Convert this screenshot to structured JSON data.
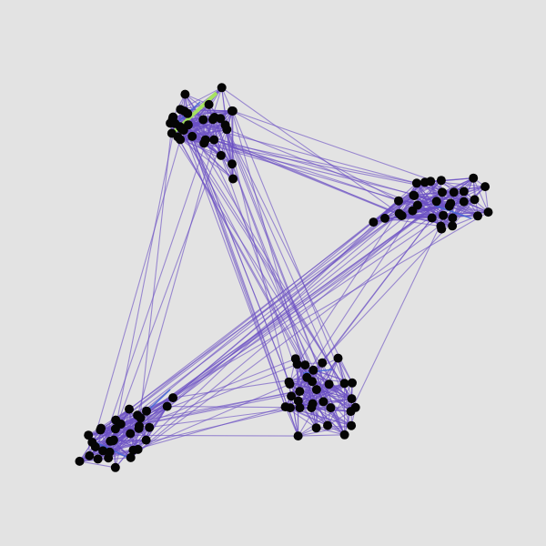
{
  "graph": {
    "background": "#e3e3e3",
    "edge_color": "#6a4fc4",
    "node_color": "#050505",
    "highlight_colors": [
      "#3f63d6",
      "#a6e85a"
    ],
    "cluster_count": 4,
    "nodes_per_cluster": 28,
    "bridge_nodes": 4
  }
}
